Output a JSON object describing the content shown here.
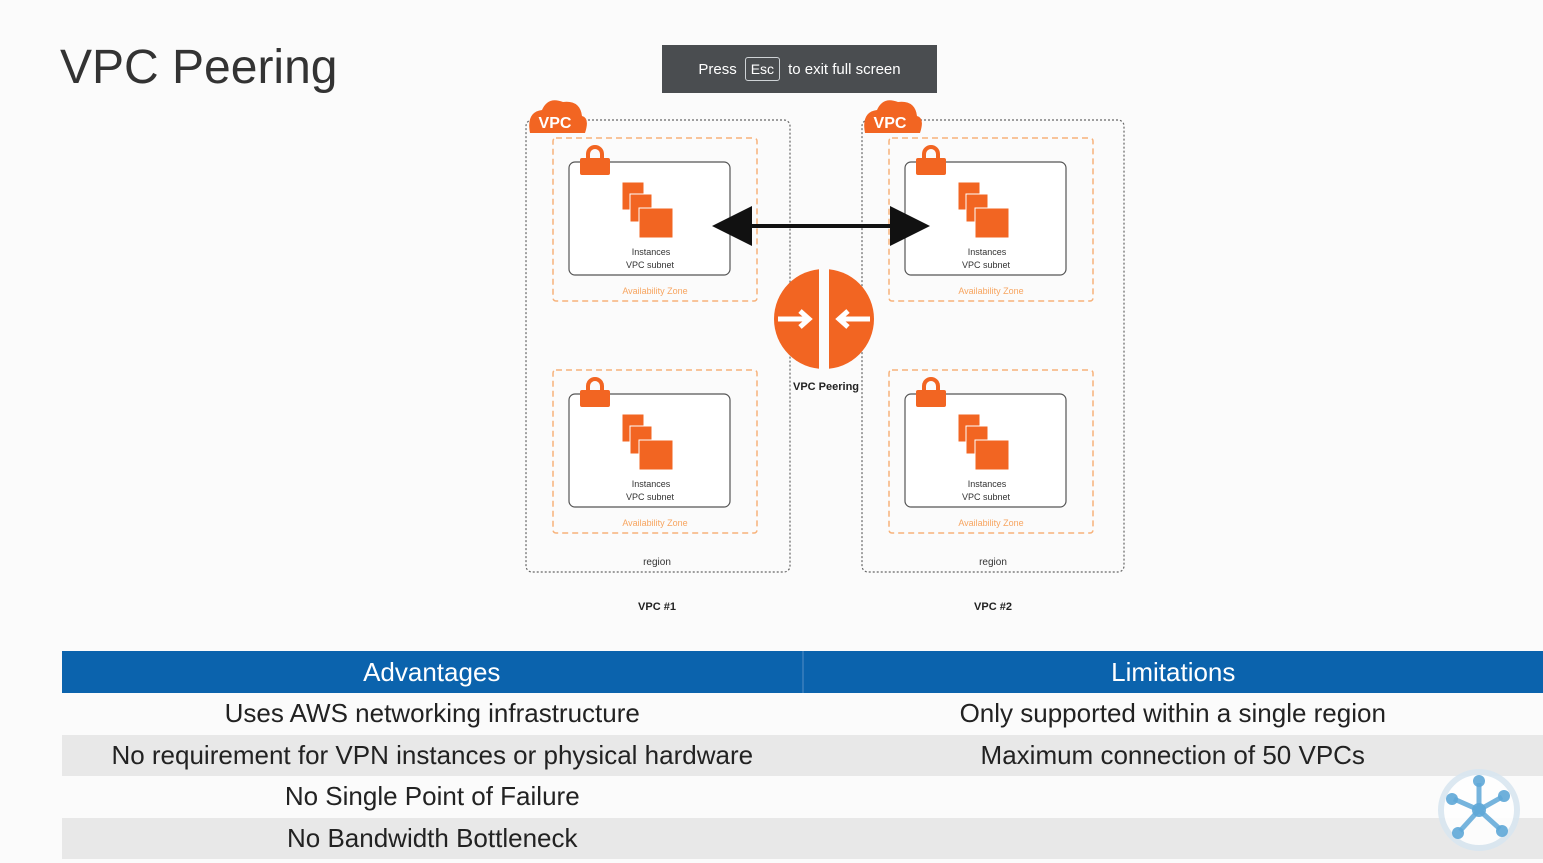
{
  "slide": {
    "title": "VPC Peering"
  },
  "toast": {
    "press": "Press",
    "key": "Esc",
    "rest": "to exit full screen"
  },
  "diagram": {
    "vpc_badge": "VPC",
    "peering_label": "VPC Peering",
    "instances_label": "Instances",
    "subnet_label": "VPC subnet",
    "az_label": "Availability Zone",
    "region_label": "region",
    "vpc1_label": "VPC #1",
    "vpc2_label": "VPC #2",
    "colors": {
      "orange": "#f26522",
      "az_border": "#f7b27a"
    }
  },
  "table": {
    "headers": [
      "Advantages",
      "Limitations"
    ],
    "rows": [
      [
        "Uses AWS networking infrastructure",
        "Only supported within a single region"
      ],
      [
        "No requirement for VPN instances or physical hardware",
        "Maximum connection of 50 VPCs"
      ],
      [
        "No Single Point of Failure",
        ""
      ],
      [
        "No Bandwidth Bottleneck",
        ""
      ]
    ],
    "header_color": "#0b63ad"
  }
}
